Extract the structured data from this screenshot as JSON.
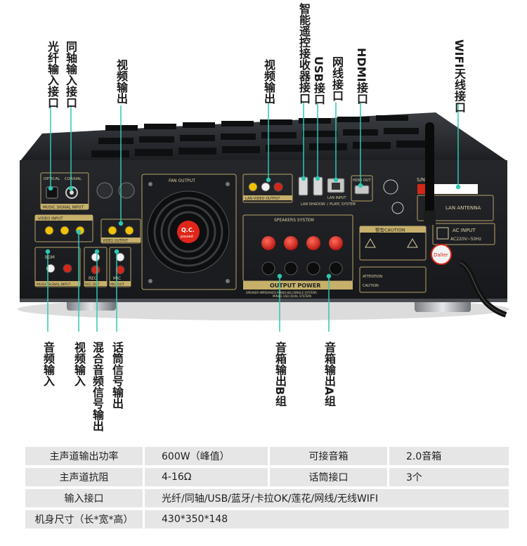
{
  "labels": {
    "optical_in": "光纤输入接口",
    "coaxial_in": "同轴输入接口",
    "video_out_top": "视频输出",
    "lan_video_out": "视频输出",
    "remote_receiver": "智能遥控接收器接口",
    "usb": "USB接口",
    "network": "网线接口",
    "hdmi": "HDMI接口",
    "wifi_antenna": "WIFI天线接口",
    "audio_in": "音频输入",
    "video_in": "视频输入",
    "mix_audio_out": "混合音频信号输出",
    "mic_signal_out": "话筒信号输出",
    "speaker_b": "音箱输出B组",
    "speaker_a": "音箱输出A组"
  },
  "panel": {
    "optical": "OPTICAL",
    "coaxial": "COAXIAL",
    "music_signal_input": "MUSIC SIGNAL INPUT",
    "fan_output": "FAN OUTPUT",
    "fan_badge": "Q.C.",
    "fan_badge_sub": "passed",
    "lan_video_output": "LAN VIDEO OUTPUT",
    "hdmi_out": "HDMI OUT",
    "lan_shadow": "LAN SHADOW ♪ PLAYC SYSTEM",
    "lan_input": "LAN INPUT",
    "video_input": "VIDEO INPUT",
    "bgm": "BGM",
    "rec": "REC",
    "mic": "MIC",
    "rec_out": "REC OUT",
    "mic_out": "MIC OUT",
    "music_signal_input2": "MUSIC SIGNAL INPUT",
    "video_output": "VIDEO OUTPUT",
    "speakers_system": "SPEAKERS SYSTEM",
    "output_power": "OUTPUT POWER",
    "speaker_impedance": "SPEAKER IMPEDANCE:MIN4Ω-8Ω (SINGLE SYSTEM)",
    "speaker_impedance2": "MIN8Ω-16Ω (DUAL SYSTEM)",
    "warning": "警告CAUTION",
    "ac_input": "AC INPUT",
    "ac_voltage": "AC220V~50Hz",
    "lan_antenna": "LAN ANTENNA",
    "sn": "S/N",
    "attention": "ATTENTION",
    "caution": "CAUTION",
    "brand_sticker": "Daller"
  },
  "specs": [
    {
      "k1": "主声道输出功率",
      "v1": "600W（峰值）",
      "k2": "可接音箱",
      "v2": "2.0音箱"
    },
    {
      "k1": "主声道抗阻",
      "v1": "4-16Ω",
      "k2": "话筒接口",
      "v2": "3个"
    },
    {
      "k1": "输入接口",
      "v1": "光纤/同轴/USB/蓝牙/卡拉OK/莲花/网线/无线WIFI"
    },
    {
      "k1": "机身尺寸（长*宽*高）",
      "v1": "430*350*148"
    }
  ],
  "colors": {
    "annotation_line": "#2fc7b3",
    "chassis": "#222428",
    "panel_outline": "#b9a46a"
  }
}
